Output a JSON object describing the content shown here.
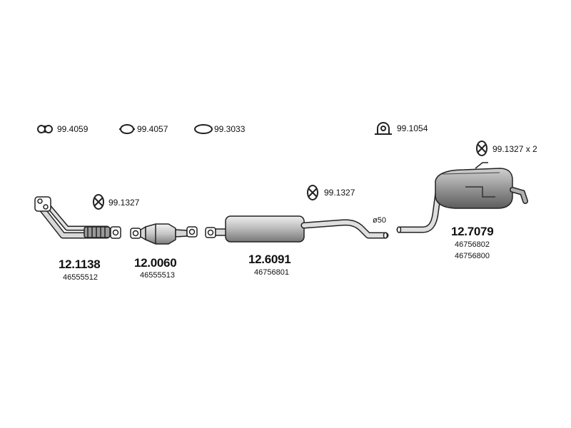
{
  "accessories": [
    {
      "code": "99.4059",
      "icon": "double-ring-gasket-icon"
    },
    {
      "code": "99.4057",
      "icon": "single-ring-gasket-icon"
    },
    {
      "code": "99.3033",
      "icon": "oval-ring-icon"
    },
    {
      "code": "99.1054",
      "icon": "u-bolt-clamp-icon"
    },
    {
      "code": "99.1327 x 2",
      "icon": "rubber-hanger-icon"
    },
    {
      "code": "99.1327",
      "icon": "rubber-hanger-icon"
    },
    {
      "code": "99.1327",
      "icon": "rubber-hanger-icon"
    }
  ],
  "parts": [
    {
      "part_no": "12.1138",
      "oe_numbers": [
        "46555512"
      ]
    },
    {
      "part_no": "12.0060",
      "oe_numbers": [
        "46555513"
      ]
    },
    {
      "part_no": "12.6091",
      "oe_numbers": [
        "46756801"
      ]
    },
    {
      "part_no": "12.7079",
      "oe_numbers": [
        "46756802",
        "46756800"
      ]
    }
  ],
  "dimension": "ø50",
  "colors": {
    "line": "#222222",
    "fill_dark": "#8e8e8e",
    "fill_light": "#d6d6d6",
    "text": "#111111"
  }
}
